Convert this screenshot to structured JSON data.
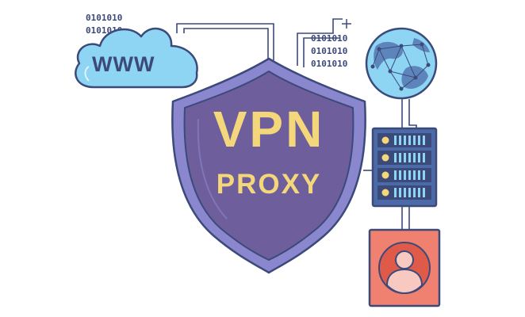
{
  "cloud": {
    "label": "WWW",
    "binary": [
      "0101010",
      "0101010"
    ]
  },
  "shield": {
    "title": "VPN",
    "subtitle": "PROXY"
  },
  "globe": {
    "binary": [
      "0101010",
      "0101010",
      "0101010"
    ]
  },
  "colors": {
    "outline": "#3c4a7a",
    "cloud_fill": "#8dd5f2",
    "shield_outer": "#8a87cf",
    "shield_inner": "#6e5e9c",
    "text_yellow": "#f3d77a",
    "globe_fill": "#8dd5f2",
    "server_fill": "#4d6aa8",
    "server_led": "#f3d77a",
    "user_card_fill": "#f08070",
    "user_fill": "#f7c9c0"
  },
  "icons": [
    "cloud-icon",
    "shield-icon",
    "globe-icon",
    "server-rack-icon",
    "user-avatar-icon"
  ]
}
